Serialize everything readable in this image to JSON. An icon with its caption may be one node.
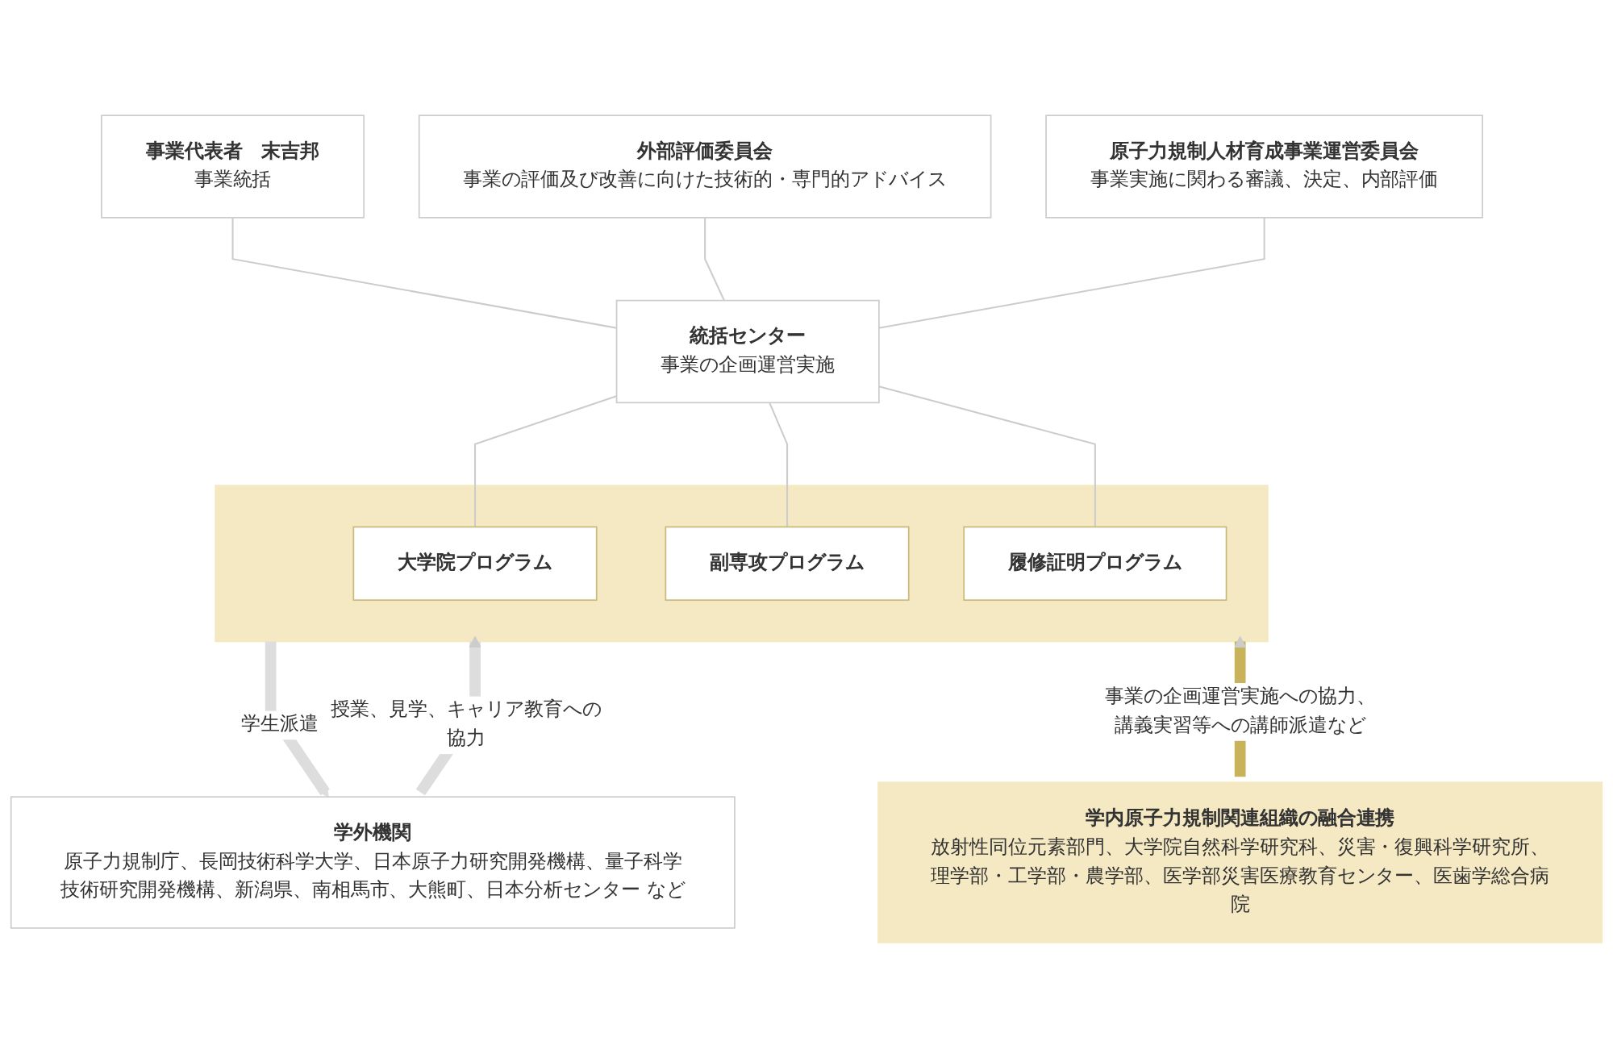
{
  "diagram": {
    "nodes": [
      {
        "text": [
          "事業代表者　末吉邦",
          "事業統括"
        ]
      },
      {
        "text": [
          "外部評価委員会",
          "事業の評価及び改善に向けた技術的・専門的アドバイス"
        ]
      },
      {
        "text": [
          "原子力規制人材育成事業運営委員会",
          "事業実施に関わる審議、決定、内部評価"
        ]
      },
      {
        "text": [
          "統括センター",
          "事業の企画運営実施"
        ]
      },
      {
        "text": [],
        "shape": "band"
      },
      {
        "text": [
          "大学院プログラム"
        ],
        "in": 4
      },
      {
        "text": [
          "副専攻プログラム"
        ],
        "in": 4
      },
      {
        "text": [
          "履修証明プログラム"
        ],
        "in": 4
      },
      {
        "text": [
          "学外機関",
          "原子力規制庁、長岡技術科学大学、日本原子力研究開発機構、量子科学技術研究開発機構、新潟県、南相馬市、大熊町、日本分析センター など"
        ]
      },
      {
        "text": [
          "学内原子力規制関連組織の融合連携",
          "放射性同位元素部門、大学院自然科学研究科、災害・復興科学研究所、理学部・工学部・農学部、医学部災害医療教育センター、医歯学総合病院"
        ]
      }
    ],
    "edges": [
      {
        "from": 0,
        "to": 3,
        "arrow": "none"
      },
      {
        "from": 1,
        "to": 3,
        "arrow": "none"
      },
      {
        "from": 2,
        "to": 3,
        "arrow": "none"
      },
      {
        "from": 3,
        "to": 5,
        "arrow": "none"
      },
      {
        "from": 3,
        "to": 6,
        "arrow": "none"
      },
      {
        "from": 3,
        "to": 7,
        "arrow": "none"
      },
      {
        "from": 4,
        "to": 8,
        "arrow": "to",
        "label": "学生派遣",
        "style": "thick",
        "color": "#dddddd"
      },
      {
        "from": 8,
        "to": 4,
        "arrow": "to",
        "label": "授業、見学、キャリア教育への協力",
        "style": "thick",
        "color": "#dddddd"
      },
      {
        "from": 9,
        "to": 4,
        "arrow": "to",
        "label": "事業の企画運営実施への協力、講義実習等への講師派遣など",
        "style": "thick",
        "color": "#c8b35a"
      }
    ]
  }
}
